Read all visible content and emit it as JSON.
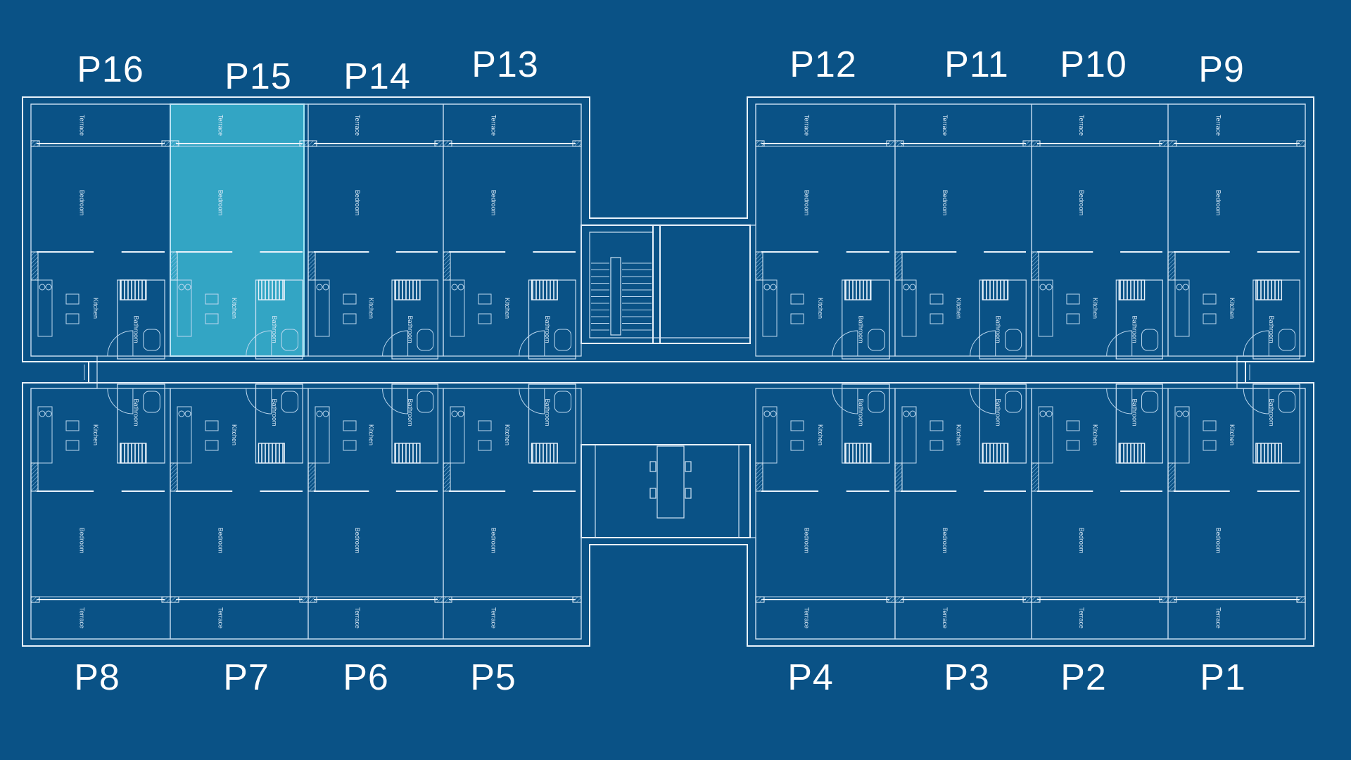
{
  "colors": {
    "background": "#0a5286",
    "line": "#e8f2fb",
    "highlight": "#3fbcd6"
  },
  "selected_unit": "P15",
  "units_top": [
    "P16",
    "P15",
    "P14",
    "P13",
    "P12",
    "P11",
    "P10",
    "P9"
  ],
  "units_bottom": [
    "P8",
    "P7",
    "P6",
    "P5",
    "P4",
    "P3",
    "P2",
    "P1"
  ],
  "rooms": {
    "terrace": "Terrace",
    "bedroom": "Bedroom",
    "kitchen": "Kitchen",
    "bathroom": "Bathroom"
  }
}
